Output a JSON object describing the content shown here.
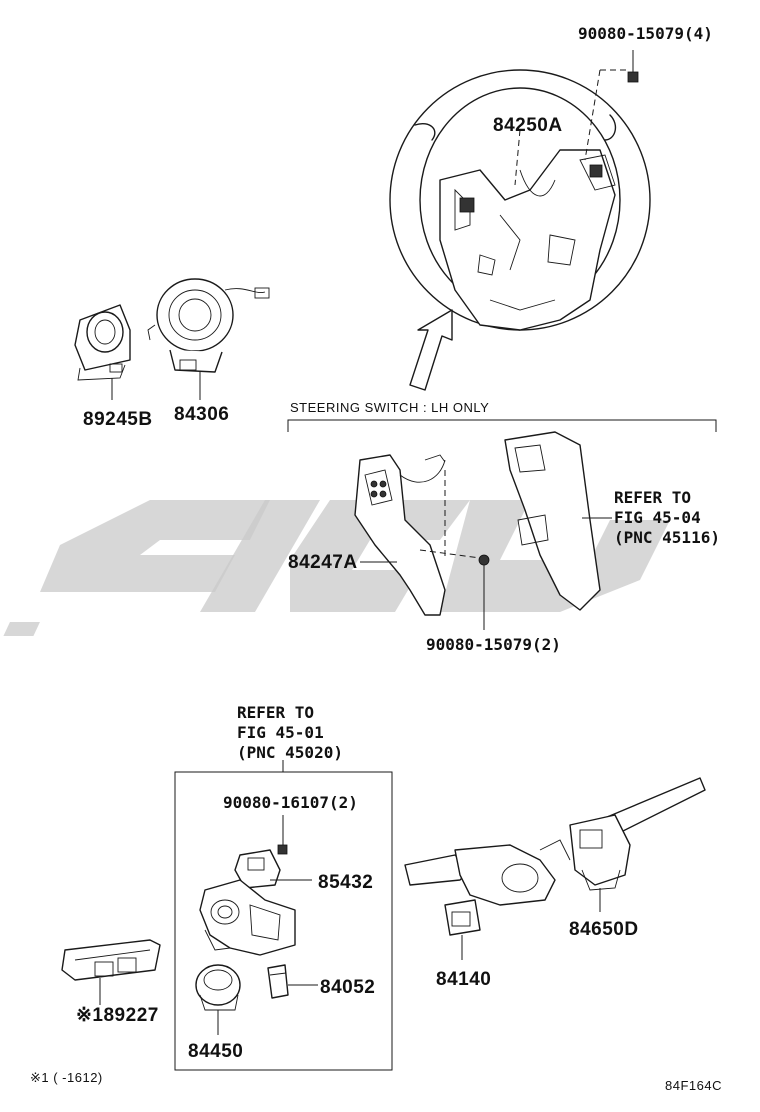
{
  "labels": {
    "bolt_top": "90080-15079(4)",
    "steering_switch_a": "84250A",
    "spiral_cable_sub": "89245B",
    "spiral_cable": "84306",
    "steering_switch_note": "STEERING SWITCH : LH ONLY",
    "switch_lh": "84247A",
    "refer_1_line1": "REFER TO",
    "refer_1_line2": "FIG 45-04",
    "refer_1_line3": "(PNC 45116)",
    "bolt_mid": "90080-15079(2)",
    "refer_2_line1": "REFER TO",
    "refer_2_line2": "FIG 45-01",
    "refer_2_line3": "(PNC 45020)",
    "bolt_lock": "90080-16107(2)",
    "lock_part": "85432",
    "ignition_part": "84052",
    "ignition_switch": "84450",
    "turn_switch": "84140",
    "wiper_switch": "84650D",
    "ecu_part": "※189227",
    "footnote": "※1 (     -1612)",
    "diagram_code": "84F164C"
  }
}
